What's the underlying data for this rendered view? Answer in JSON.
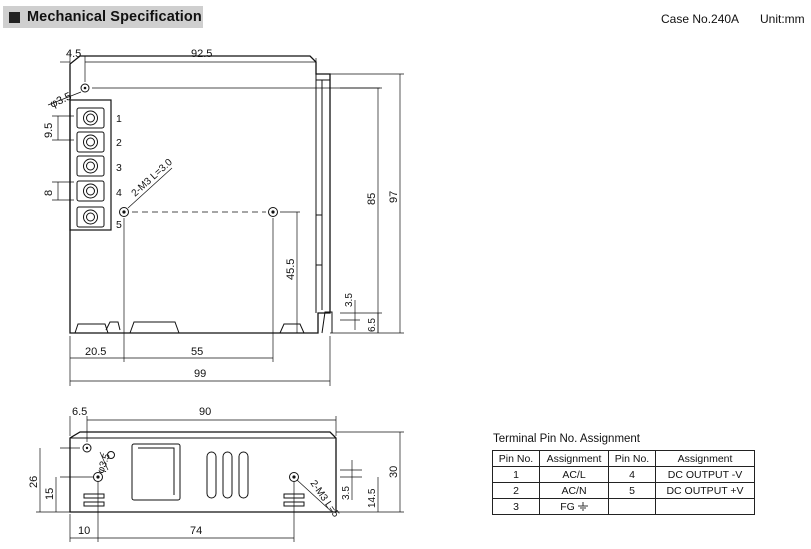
{
  "header": {
    "title": "Mechanical Specification",
    "case_no": "Case No.240A",
    "unit": "Unit:mm"
  },
  "top_view": {
    "dims": {
      "d4_5": "4.5",
      "d92_5": "92.5",
      "d3_5_dia": "φ3.5",
      "d9_5": "9.5",
      "d8": "8",
      "screw_note": "2-M3 L=3.0",
      "d85": "85",
      "d97": "97",
      "d45_5": "45.5",
      "d3_5": "3.5",
      "d6_5": "6.5",
      "d20_5": "20.5",
      "d55": "55",
      "d99": "99"
    },
    "terminal_labels": [
      "1",
      "2",
      "3",
      "4",
      "5"
    ]
  },
  "side_view": {
    "dims": {
      "d6_5": "6.5",
      "d90": "90",
      "d3_5_dia": "φ3.5",
      "d26": "26",
      "d15": "15",
      "screw_note": "2-M3 L=5",
      "d3_5": "3.5",
      "d14_5": "14.5",
      "d30": "30",
      "d10": "10",
      "d74": "74"
    }
  },
  "pin_table": {
    "caption": "Terminal Pin No.  Assignment",
    "headers": [
      "Pin No.",
      "Assignment",
      "Pin No.",
      "Assignment"
    ],
    "rows": [
      [
        "1",
        "AC/L",
        "4",
        "DC OUTPUT -V"
      ],
      [
        "2",
        "AC/N",
        "5",
        "DC OUTPUT +V"
      ],
      [
        "3",
        "FG",
        "",
        ""
      ]
    ],
    "fg_symbol": "ground-symbol"
  }
}
